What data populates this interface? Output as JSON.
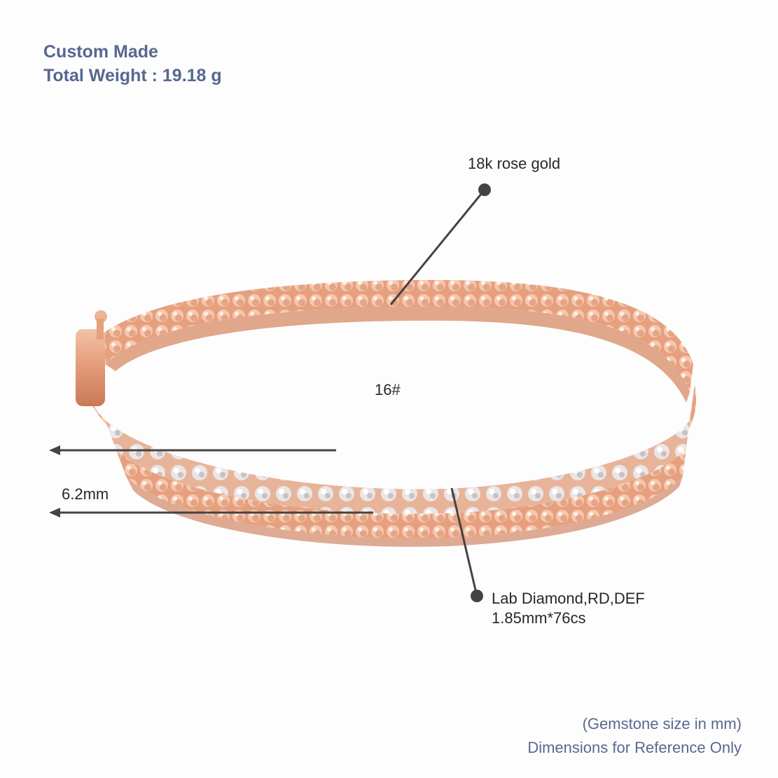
{
  "header": {
    "line1": "Custom Made",
    "line2": "Total Weight : 19.18 g"
  },
  "annotations": {
    "metal": "18k rose gold",
    "size": "16#",
    "width": "6.2mm",
    "stone_line1": "Lab Diamond,RD,DEF",
    "stone_line2": "1.85mm*76cs"
  },
  "footer": {
    "line1": "(Gemstone size in mm)",
    "line2": "Dimensions for Reference Only"
  },
  "colors": {
    "title": "#56688f",
    "label": "#2b2626",
    "pointer": "#474243",
    "gold": "#e8a585"
  }
}
